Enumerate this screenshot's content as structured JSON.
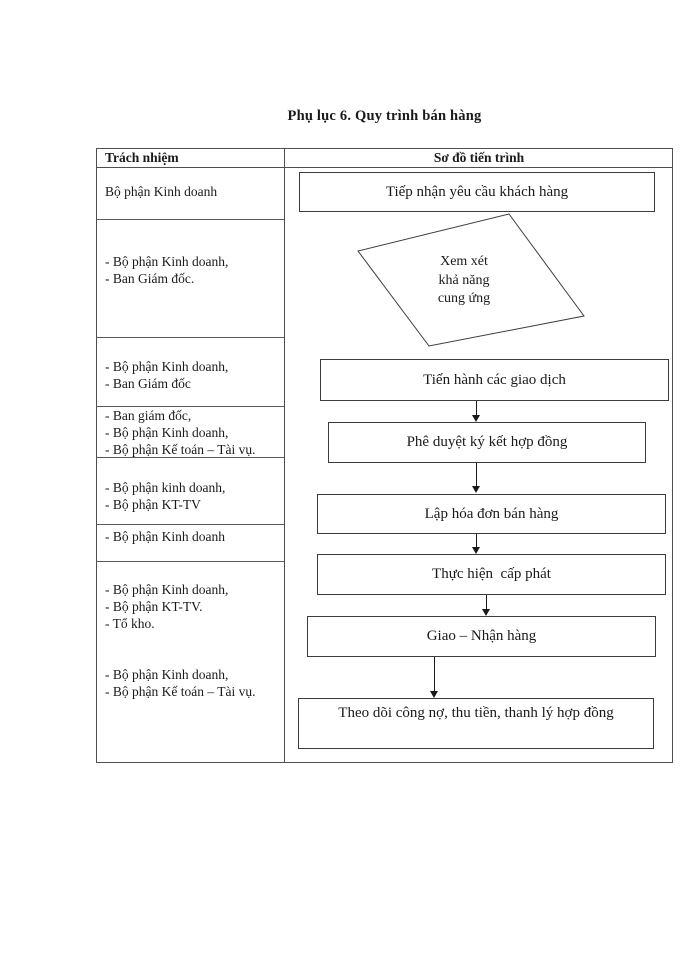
{
  "title": "Phụ lục 6. Quy trình bán hàng",
  "table": {
    "headers": {
      "left": "Trách nhiệm",
      "right": "Sơ đồ tiến trình"
    },
    "responsibilities": [
      {
        "lines": [
          "Bộ phận Kinh doanh"
        ]
      },
      {
        "lines": [
          "- Bộ phận Kinh doanh,",
          "- Ban Giám đốc."
        ]
      },
      {
        "lines": [
          "- Bộ phận Kinh doanh,",
          "- Ban Giám đốc"
        ]
      },
      {
        "lines": [
          "- Ban giám đốc,",
          "- Bộ phận Kinh doanh,",
          "- Bộ phận Kế toán – Tài vụ."
        ]
      },
      {
        "lines": [
          "- Bộ phận kinh doanh,",
          "- Bộ phận KT-TV"
        ]
      },
      {
        "lines": [
          "- Bộ phận Kinh doanh"
        ]
      },
      {
        "lines": [
          "- Bộ phận Kinh doanh,",
          "- Bộ phận KT-TV.",
          "- Tổ kho."
        ]
      },
      {
        "lines": [
          "- Bộ phận Kinh doanh,",
          "- Bộ phận Kế toán – Tài vụ."
        ]
      }
    ],
    "flow": {
      "step1": "Tiếp nhận yêu cầu khách hàng",
      "decision_lines": [
        "Xem xét",
        "khả năng",
        "cung ứng"
      ],
      "step2": "Tiến hành các giao dịch",
      "step3": "Phê duyệt ký kết hợp đồng",
      "step4": "Lập hóa đơn bán hàng",
      "step5": "Thực hiện  cấp phát",
      "step6": "Giao – Nhận hàng",
      "step7": "Theo dõi công nợ, thu tiền, thanh lý hợp đồng"
    }
  },
  "colors": {
    "background": "#ffffff",
    "text": "#1a1a1a",
    "table_border": "#4f4f4f",
    "box_border": "#3c3c3c"
  }
}
